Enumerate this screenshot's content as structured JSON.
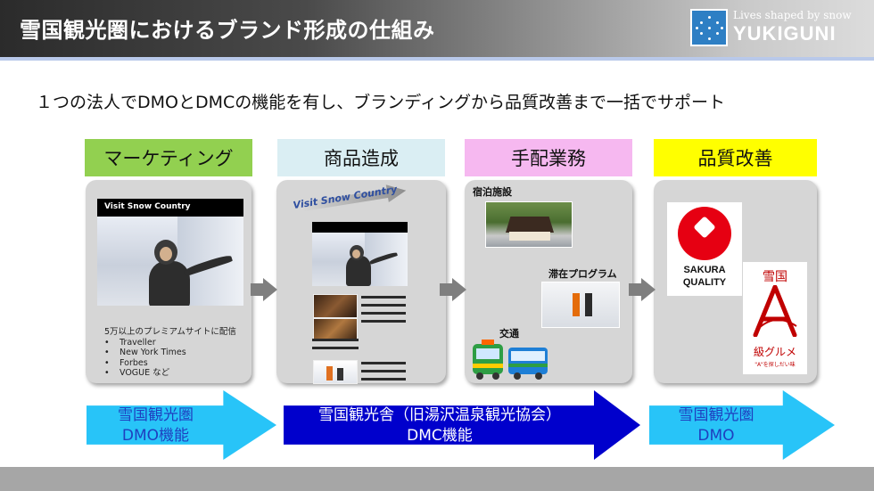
{
  "header": {
    "title": "雪国観光圏におけるブランド形成の仕組み",
    "logo_tagline": "Lives shaped by snow",
    "logo_name": "YUKIGUNI"
  },
  "subtitle": "１つの法人でDMOとDMCの機能を有し、ブランディングから品質改善まで一括でサポート",
  "columns": {
    "marketing": {
      "title": "マーケティング",
      "video_label": "Visit  Snow Country",
      "list_intro": "5万以上のプレミアムサイトに配信",
      "list_items": [
        "Traveller",
        "New York Times",
        "Forbes",
        "VOGUE など"
      ],
      "bullet": "•"
    },
    "product": {
      "title": "商品造成",
      "visit_label": "Visit Snow Country"
    },
    "arrangement": {
      "title": "手配業務",
      "lodging_label": "宿泊施設",
      "program_label": "滞在プログラム",
      "transport_label": "交通"
    },
    "quality": {
      "title": "品質改善",
      "sakura_line1": "SAKURA",
      "sakura_line2": "QUALITY",
      "akyu_top": "雪国",
      "akyu_bottom": "級グルメ",
      "akyu_small": "\"A\"を探しだい味"
    }
  },
  "bottom_arrows": {
    "dmo_left": {
      "line1": "雪国観光圏",
      "line2": "DMO機能"
    },
    "dmc": {
      "line1": "雪国観光舎（旧湯沢温泉観光協会）",
      "line2": "DMC機能"
    },
    "dmo_right": {
      "line1": "雪国観光圏",
      "line2": "DMO"
    }
  },
  "colors": {
    "marketing_header": "#92d050",
    "product_header": "#daeef3",
    "arrangement_header": "#f6b8f0",
    "quality_header": "#ffff00",
    "dmo_arrow": "#28c4f8",
    "dmc_arrow": "#0000cc"
  }
}
